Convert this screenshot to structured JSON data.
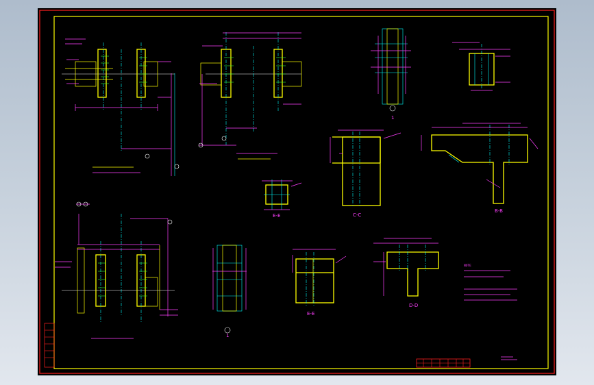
{
  "drawing": {
    "background": "#000000",
    "colors": {
      "frame_outer": "#ff2020",
      "frame_inner": "#ffff00",
      "dimension": "#ff3fff",
      "centerline": "#00ffff",
      "member": "#ffff00",
      "detail_line": "#ffffff"
    },
    "section_labels": [
      "1",
      "C-C",
      "B-B",
      "E-E",
      "D-D",
      "E-E",
      "1"
    ],
    "notes_marker": "NOTE"
  }
}
